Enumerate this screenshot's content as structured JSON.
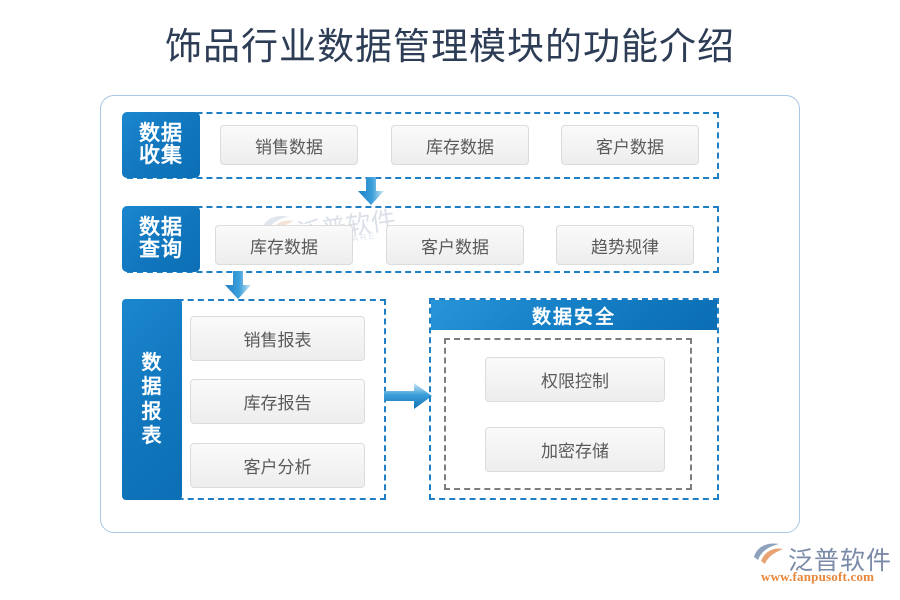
{
  "page": {
    "title": "饰品行业数据管理模块的功能介绍",
    "title_color": "#2e3d56",
    "accent_color": "#1479c4",
    "frame_border_color": "#a9c6e4",
    "dashed_blue_color": "#1f7fc4",
    "dashed_gray_color": "#7d7d7d",
    "item_text_color": "#5a5a5a"
  },
  "watermark": {
    "text": "泛普软件",
    "sub": "SOFTWARE",
    "icon": "fanpu-logo-icon"
  },
  "flow": {
    "stages": [
      {
        "id": "collect",
        "label_lines": [
          "数据",
          "收集"
        ],
        "items": [
          "销售数据",
          "库存数据",
          "客户数据"
        ]
      },
      {
        "id": "query",
        "label_lines": [
          "数据",
          "查询"
        ],
        "items": [
          "库存数据",
          "客户数据",
          "趋势规律"
        ]
      },
      {
        "id": "report",
        "label_lines": [
          "数",
          "据",
          "报",
          "表"
        ],
        "items": [
          "销售报表",
          "库存报告",
          "客户分析"
        ]
      }
    ],
    "arrows": [
      {
        "id": "collect-to-query",
        "direction": "down"
      },
      {
        "id": "query-to-report",
        "direction": "down"
      },
      {
        "id": "report-to-security",
        "direction": "right"
      }
    ]
  },
  "security": {
    "header": "数据安全",
    "items": [
      "权限控制",
      "加密存储"
    ]
  },
  "brand": {
    "name": "泛普软件",
    "url": "www.fanpusoft.com",
    "icon": "fanpu-logo-icon",
    "url_color": "#e8863a",
    "name_color": "#7a8aa8"
  }
}
